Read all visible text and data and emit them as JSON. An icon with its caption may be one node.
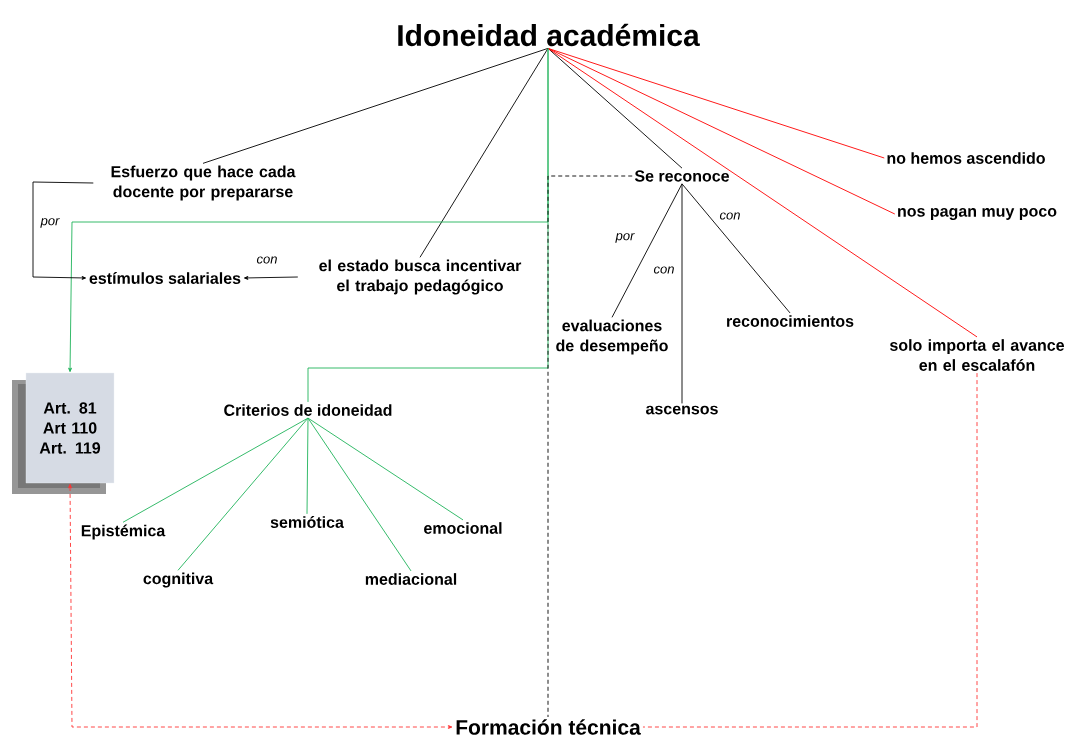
{
  "diagram": {
    "nodes": [
      {
        "text": [
          "Idoneidad académica"
        ]
      },
      {
        "text": [
          "Esfuerzo que hace cada docente por prepararse"
        ]
      },
      {
        "text": [
          "estímulos salariales"
        ]
      },
      {
        "text": [
          "el estado busca incentivar el trabajo pedagógico"
        ]
      },
      {
        "text": [
          "Se reconoce"
        ]
      },
      {
        "text": [
          "no hemos ascendido"
        ]
      },
      {
        "text": [
          "nos pagan muy poco"
        ]
      },
      {
        "text": [
          "evaluaciones de desempeño"
        ]
      },
      {
        "text": [
          "reconocimientos"
        ]
      },
      {
        "text": [
          "solo importa el avance en el escalafón"
        ]
      },
      {
        "text": [
          "ascensos"
        ]
      },
      {
        "text": [
          "Art. 81 Art 110 Art. 119"
        ]
      },
      {
        "text": [
          "Criterios de idoneidad"
        ]
      },
      {
        "text": [
          "Epistémica"
        ]
      },
      {
        "text": [
          "semiótica"
        ]
      },
      {
        "text": [
          "emocional"
        ]
      },
      {
        "text": [
          "cognitiva"
        ]
      },
      {
        "text": [
          "mediacional"
        ]
      },
      {
        "text": [
          "Formación técnica"
        ]
      }
    ],
    "edges": [
      {
        "from": 0,
        "to": 1,
        "arrow": "none"
      },
      {
        "from": 0,
        "to": 3,
        "arrow": "none"
      },
      {
        "from": 0,
        "to": 4,
        "arrow": "none"
      },
      {
        "from": 0,
        "to": 5,
        "arrow": "none",
        "color": "#ff0000"
      },
      {
        "from": 0,
        "to": 6,
        "arrow": "none",
        "color": "#ff0000"
      },
      {
        "from": 0,
        "to": 9,
        "arrow": "none",
        "color": "#ff0000"
      },
      {
        "from": 0,
        "to": 11,
        "arrow": "to",
        "color": "#1fb35a"
      },
      {
        "from": 0,
        "to": 12,
        "arrow": "none",
        "color": "#1fb35a"
      },
      {
        "from": 1,
        "to": 2,
        "arrow": "to",
        "label": "por"
      },
      {
        "from": 3,
        "to": 2,
        "arrow": "to",
        "label": "con"
      },
      {
        "from": 4,
        "to": 7,
        "arrow": "none",
        "label": "por"
      },
      {
        "from": 4,
        "to": 10,
        "arrow": "none",
        "label": "con"
      },
      {
        "from": 4,
        "to": 8,
        "arrow": "none",
        "label": "con"
      },
      {
        "from": 4,
        "to": 18,
        "arrow": "none",
        "style": "dashed"
      },
      {
        "from": 12,
        "to": 13,
        "arrow": "none",
        "color": "#1fb35a"
      },
      {
        "from": 12,
        "to": 14,
        "arrow": "none",
        "color": "#1fb35a"
      },
      {
        "from": 12,
        "to": 15,
        "arrow": "none",
        "color": "#1fb35a"
      },
      {
        "from": 12,
        "to": 16,
        "arrow": "none",
        "color": "#1fb35a"
      },
      {
        "from": 12,
        "to": 17,
        "arrow": "none",
        "color": "#1fb35a"
      },
      {
        "from": 11,
        "to": 18,
        "arrow": "both",
        "style": "dashed",
        "color": "#ff3333"
      },
      {
        "from": 9,
        "to": 18,
        "arrow": "none",
        "style": "dashed",
        "color": "#ff3333"
      }
    ]
  }
}
